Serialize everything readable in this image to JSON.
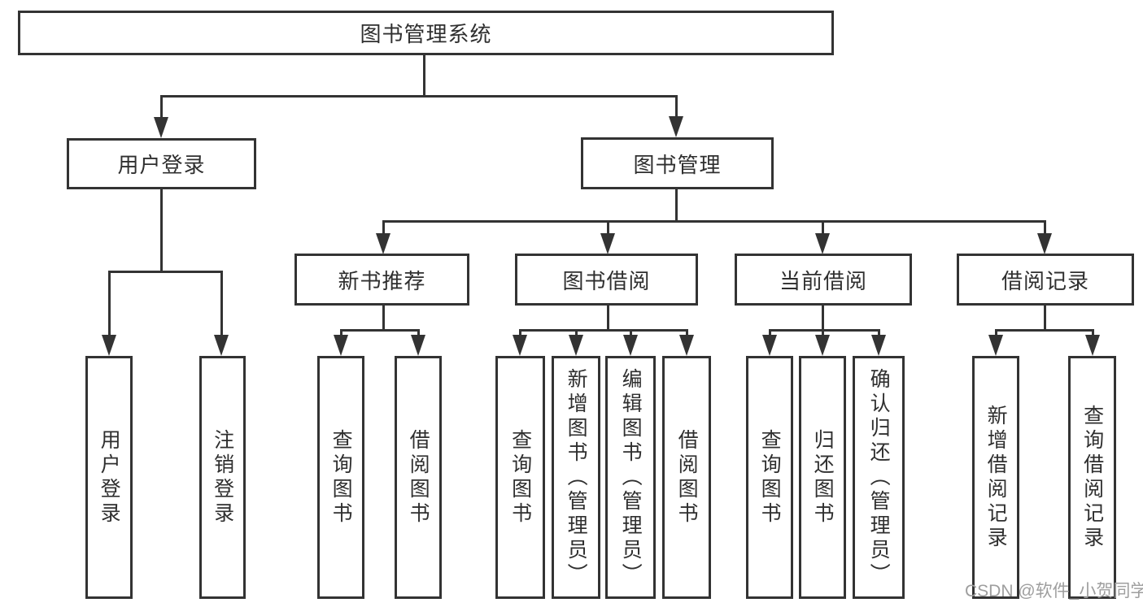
{
  "colors": {
    "line": "#333333",
    "text": "#2f2f2f",
    "background": "#ffffff",
    "watermark": "#9e9e9e"
  },
  "watermark": {
    "text": "CSDN @软件_小贺同学"
  },
  "tree": {
    "label": "图书管理系统",
    "children": [
      {
        "label": "用户登录",
        "children": [
          {
            "label": "用户登录"
          },
          {
            "label": "注销登录"
          }
        ]
      },
      {
        "label": "图书管理",
        "children": [
          {
            "label": "新书推荐",
            "children": [
              {
                "label": "查询图书"
              },
              {
                "label": "借阅图书"
              }
            ]
          },
          {
            "label": "图书借阅",
            "children": [
              {
                "label": "查询图书"
              },
              {
                "label": "新增图书（管理员）"
              },
              {
                "label": "编辑图书（管理员）"
              },
              {
                "label": "借阅图书"
              }
            ]
          },
          {
            "label": "当前借阅",
            "children": [
              {
                "label": "查询图书"
              },
              {
                "label": "归还图书"
              },
              {
                "label": "确认归还（管理员）"
              }
            ]
          },
          {
            "label": "借阅记录",
            "children": [
              {
                "label": "新增借阅记录"
              },
              {
                "label": "查询借阅记录"
              }
            ]
          }
        ]
      }
    ]
  }
}
